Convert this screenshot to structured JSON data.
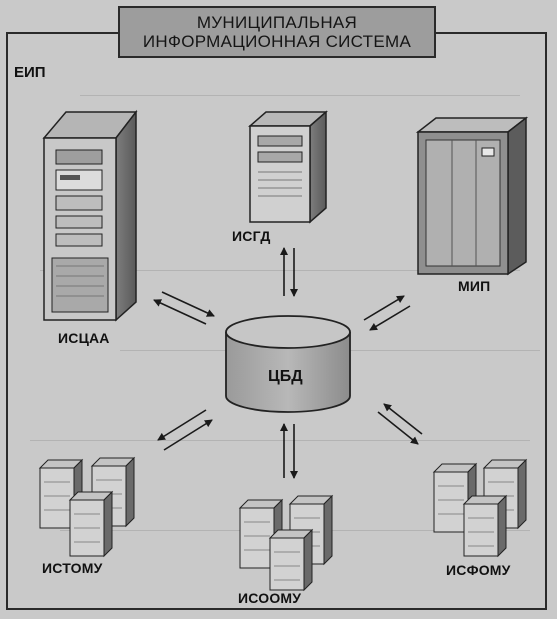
{
  "title": {
    "line1": "МУНИЦИПАЛЬНАЯ",
    "line2": "ИНФОРМАЦИОННАЯ СИСТЕМА"
  },
  "frame_label": "ЕИП",
  "center": {
    "label": "ЦБД"
  },
  "nodes": {
    "iscaa": "ИСЦАА",
    "isgd": "ИСГД",
    "mip": "МИП",
    "istomu": "ИСТОМУ",
    "isoomu": "ИСООМУ",
    "isfomu": "ИСФОМУ"
  }
}
